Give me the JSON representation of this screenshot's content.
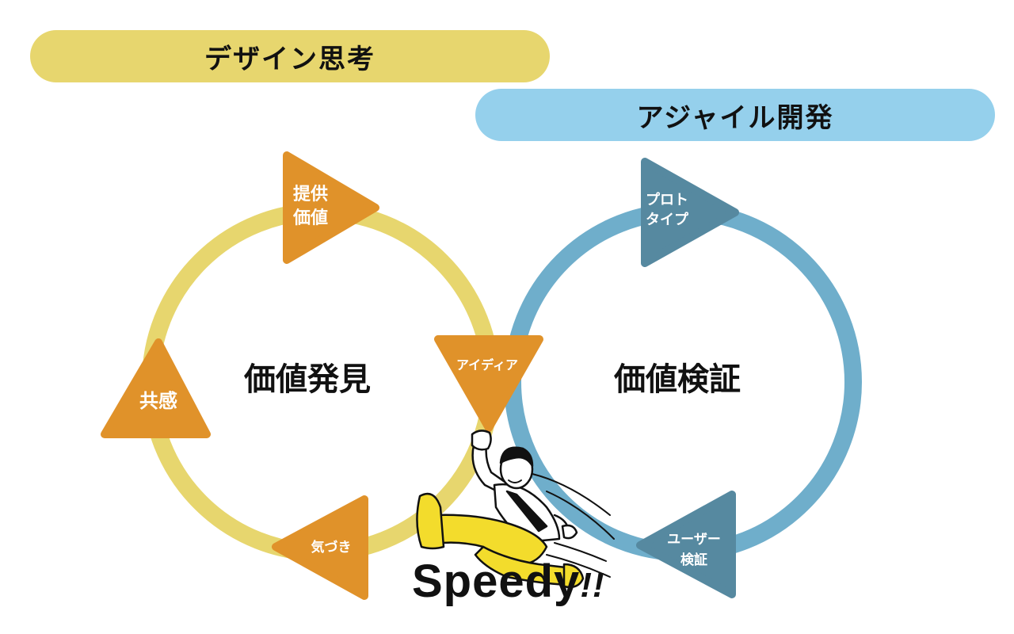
{
  "headers": {
    "design": "デザイン思考",
    "agile": "アジャイル開発"
  },
  "cycles": {
    "left_center": "価値発見",
    "right_center": "価値検証"
  },
  "steps": {
    "value_line1": "提供",
    "value_line2": "価値",
    "empathy": "共感",
    "awareness": "気づき",
    "idea": "アイディア",
    "proto_line1": "プロト",
    "proto_line2": "タイプ",
    "test_line1": "ユーザー",
    "test_line2": "検証"
  },
  "tagline": {
    "word": "Speedy",
    "bang": "!!"
  },
  "colors": {
    "design_pill": "#e7d66e",
    "agile_pill": "#95d0ec",
    "left_ring": "#e7d66e",
    "right_ring": "#6faecb",
    "left_triangles": "#e0922a",
    "right_triangles": "#5689a0",
    "figure_pants": "#f3dc2c"
  },
  "icons": {
    "figure": "businessman-kicking-figure"
  }
}
